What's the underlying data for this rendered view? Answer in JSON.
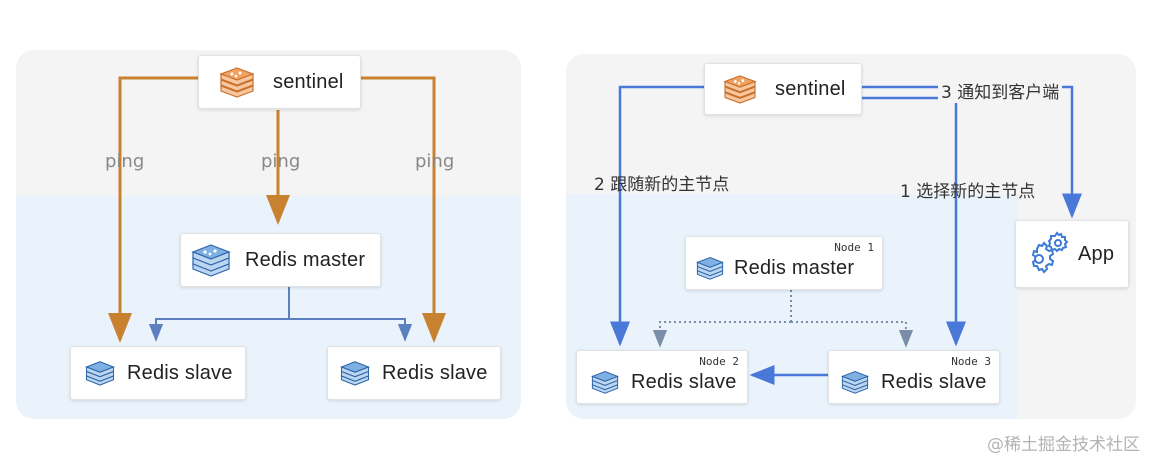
{
  "colors": {
    "orange": "#c8822f",
    "blue": "#4a78d8",
    "slate_blue": "#5c80bf",
    "dotted": "#7a8ea8",
    "panel_bg": "#f4f4f5",
    "panel_tint": "#eaf3fb"
  },
  "left": {
    "sentinel": {
      "label": "sentinel",
      "icon": "sentinel-redis-icon"
    },
    "master": {
      "label": "Redis master",
      "icon": "redis-stack-icon"
    },
    "slave_a": {
      "label": "Redis slave",
      "icon": "redis-stack-icon"
    },
    "slave_b": {
      "label": "Redis slave",
      "icon": "redis-stack-icon"
    },
    "ping_left": "ping",
    "ping_center": "ping",
    "ping_right": "ping"
  },
  "right": {
    "sentinel": {
      "label": "sentinel",
      "icon": "sentinel-redis-icon"
    },
    "master": {
      "label": "Redis master",
      "tag": "Node 1"
    },
    "slave_node2": {
      "label": "Redis slave",
      "tag": "Node 2"
    },
    "slave_node3": {
      "label": "Redis slave",
      "tag": "Node 3"
    },
    "app": {
      "label": "App",
      "icon": "gears-icon"
    },
    "step1": "1 选择新的主节点",
    "step2": "2 跟随新的主节点",
    "step3": "3 通知到客户端"
  },
  "watermark": "@稀土掘金技术社区"
}
